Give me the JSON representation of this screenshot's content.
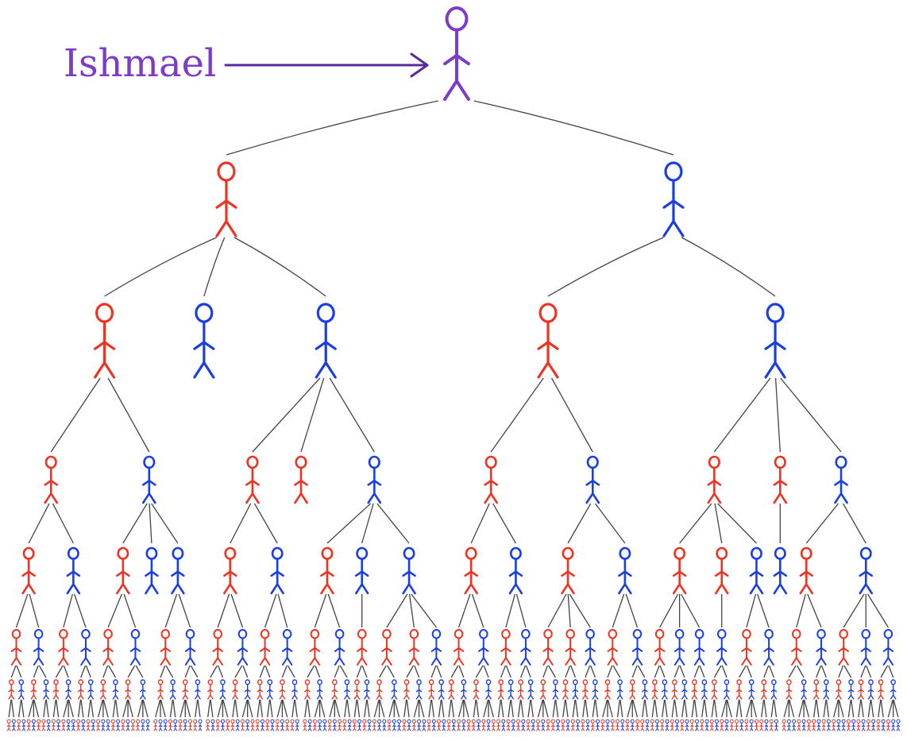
{
  "root": {
    "label": "Ishmael",
    "color": "#7d3cc8"
  },
  "colors": {
    "red": "#ee3322",
    "blue": "#1a3ee6",
    "purple": "#7d3cc8",
    "edge": "#444444",
    "arrow": "#5a2a9a"
  },
  "icons": {
    "person": "stick-figure-icon",
    "pointer": "arrow-right-icon"
  },
  "tree": {
    "c": "purple",
    "ch": [
      {
        "c": "red",
        "ch": [
          {
            "c": "red",
            "ch": [
              {
                "c": "red",
                "ch": [
                  {
                    "c": "red",
                    "ch": [
                      {
                        "c": "red"
                      },
                      {
                        "c": "blue"
                      }
                    ]
                  },
                  {
                    "c": "blue",
                    "ch": [
                      {
                        "c": "red"
                      },
                      {
                        "c": "blue"
                      }
                    ]
                  }
                ]
              },
              {
                "c": "blue",
                "ch": [
                  {
                    "c": "red",
                    "ch": [
                      {
                        "c": "red"
                      },
                      {
                        "c": "blue"
                      }
                    ]
                  },
                  {
                    "c": "blue"
                  },
                  {
                    "c": "blue",
                    "ch": [
                      {
                        "c": "red"
                      },
                      {
                        "c": "blue"
                      }
                    ]
                  }
                ]
              }
            ]
          },
          {
            "c": "blue"
          },
          {
            "c": "blue",
            "ch": [
              {
                "c": "red",
                "ch": [
                  {
                    "c": "red",
                    "ch": [
                      {
                        "c": "red"
                      },
                      {
                        "c": "blue"
                      }
                    ]
                  },
                  {
                    "c": "blue",
                    "ch": [
                      {
                        "c": "red"
                      },
                      {
                        "c": "blue"
                      }
                    ]
                  }
                ]
              },
              {
                "c": "red"
              },
              {
                "c": "blue",
                "ch": [
                  {
                    "c": "red",
                    "ch": [
                      {
                        "c": "red"
                      },
                      {
                        "c": "blue"
                      }
                    ]
                  },
                  {
                    "c": "blue",
                    "ch": [
                      {
                        "c": "red"
                      }
                    ]
                  },
                  {
                    "c": "blue",
                    "ch": [
                      {
                        "c": "red"
                      },
                      {
                        "c": "red"
                      },
                      {
                        "c": "blue"
                      }
                    ]
                  }
                ]
              }
            ]
          }
        ]
      },
      {
        "c": "blue",
        "ch": [
          {
            "c": "red",
            "ch": [
              {
                "c": "red",
                "ch": [
                  {
                    "c": "red",
                    "ch": [
                      {
                        "c": "red"
                      },
                      {
                        "c": "blue"
                      }
                    ]
                  },
                  {
                    "c": "blue",
                    "ch": [
                      {
                        "c": "red"
                      },
                      {
                        "c": "blue"
                      }
                    ]
                  }
                ]
              },
              {
                "c": "blue",
                "ch": [
                  {
                    "c": "red",
                    "ch": [
                      {
                        "c": "red"
                      },
                      {
                        "c": "red"
                      },
                      {
                        "c": "blue"
                      }
                    ]
                  },
                  {
                    "c": "blue",
                    "ch": [
                      {
                        "c": "red"
                      },
                      {
                        "c": "blue"
                      }
                    ]
                  }
                ]
              }
            ]
          },
          {
            "c": "blue",
            "ch": [
              {
                "c": "red",
                "ch": [
                  {
                    "c": "red",
                    "ch": [
                      {
                        "c": "red"
                      },
                      {
                        "c": "blue"
                      },
                      {
                        "c": "blue"
                      }
                    ]
                  },
                  {
                    "c": "red",
                    "ch": [
                      {
                        "c": "blue"
                      }
                    ]
                  },
                  {
                    "c": "blue",
                    "ch": [
                      {
                        "c": "red"
                      },
                      {
                        "c": "blue"
                      }
                    ]
                  }
                ]
              },
              {
                "c": "red",
                "ch": [
                  {
                    "c": "blue"
                  }
                ]
              },
              {
                "c": "blue",
                "ch": [
                  {
                    "c": "red",
                    "ch": [
                      {
                        "c": "red"
                      },
                      {
                        "c": "blue"
                      }
                    ]
                  },
                  {
                    "c": "blue",
                    "ch": [
                      {
                        "c": "red"
                      },
                      {
                        "c": "blue"
                      },
                      {
                        "c": "blue"
                      }
                    ]
                  }
                ]
              }
            ]
          }
        ]
      }
    ]
  }
}
